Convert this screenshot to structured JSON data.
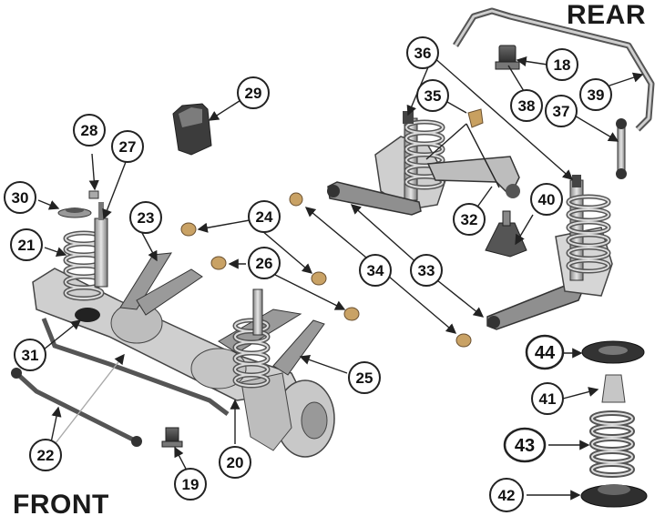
{
  "headings": {
    "rear": "REAR",
    "front": "FRONT"
  },
  "callouts": {
    "n18": "18",
    "n19": "19",
    "n20": "20",
    "n21": "21",
    "n22": "22",
    "n23": "23",
    "n24": "24",
    "n25": "25",
    "n26": "26",
    "n27": "27",
    "n28": "28",
    "n29": "29",
    "n30": "30",
    "n31": "31",
    "n32": "32",
    "n33": "33",
    "n34": "34",
    "n35": "35",
    "n36": "36",
    "n37": "37",
    "n38": "38",
    "n39": "39",
    "n40": "40",
    "n41": "41",
    "n42": "42",
    "n43": "43",
    "n44": "44"
  },
  "colors": {
    "part_light": "#d9d9d9",
    "part_mid": "#a8a8a8",
    "part_dark": "#5a5a5a",
    "outline": "#333333",
    "leader": "#222222"
  }
}
